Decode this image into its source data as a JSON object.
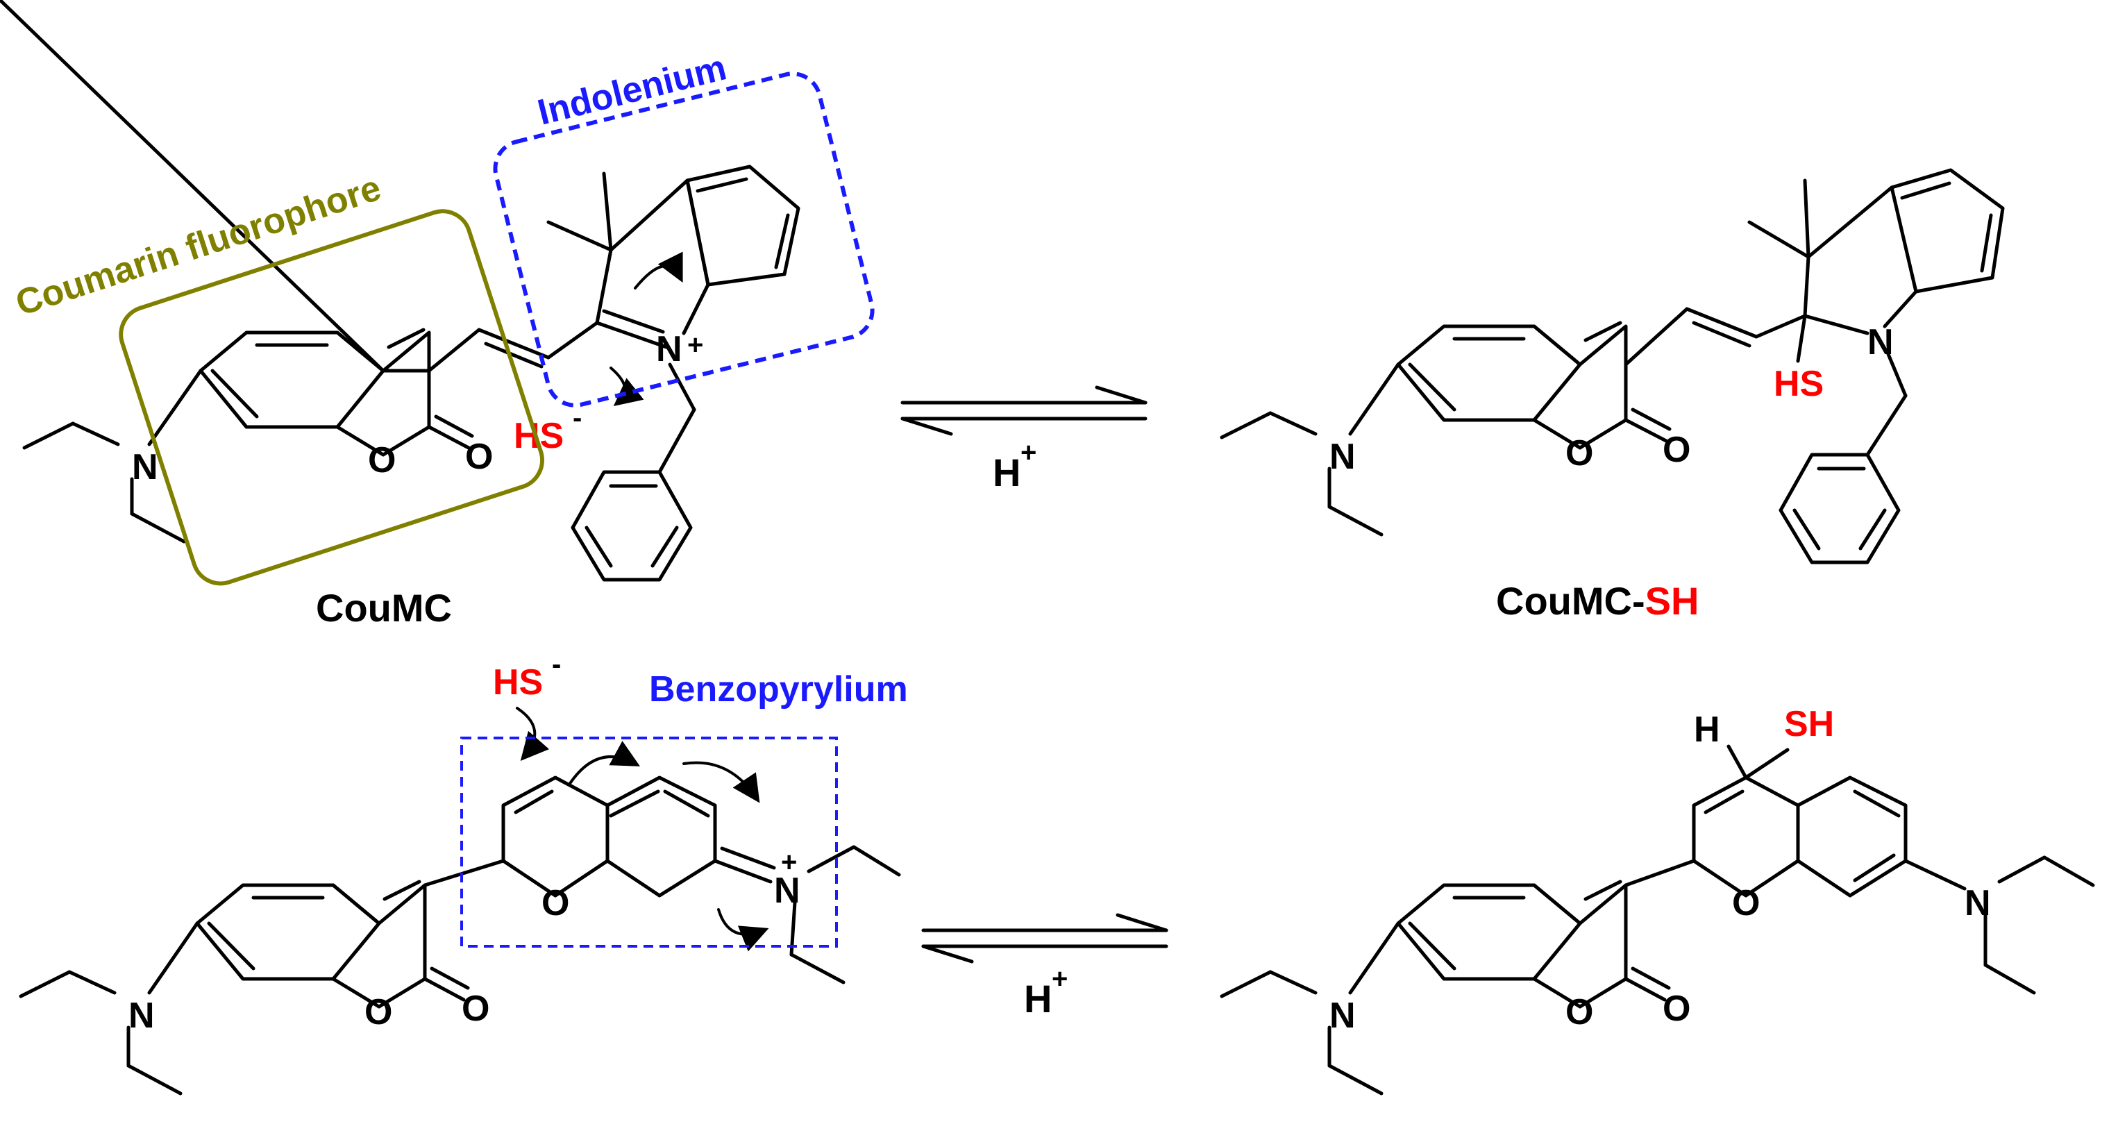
{
  "labels": {
    "coumarin_region": "Coumarin fluorophore",
    "indolenium_region": "Indolenium",
    "benzopyrylium_region": "Benzopyrylium",
    "compound_1": "CouMC",
    "compound_2_prefix": "CouMC-",
    "compound_2_suffix": "SH"
  },
  "atoms": {
    "N": "N",
    "O": "O",
    "H": "H",
    "SH": "SH",
    "HS": "HS",
    "charge_plus": "+",
    "charge_minus": "-"
  },
  "reagents": {
    "proton": "H",
    "proton_charge": "+"
  },
  "colors": {
    "coumarin_box": "#808000",
    "indolenium_box": "#1a1aff",
    "benzopyrylium_box": "#1a1aff",
    "sulfur": "#ff0000",
    "ink": "#000000"
  }
}
